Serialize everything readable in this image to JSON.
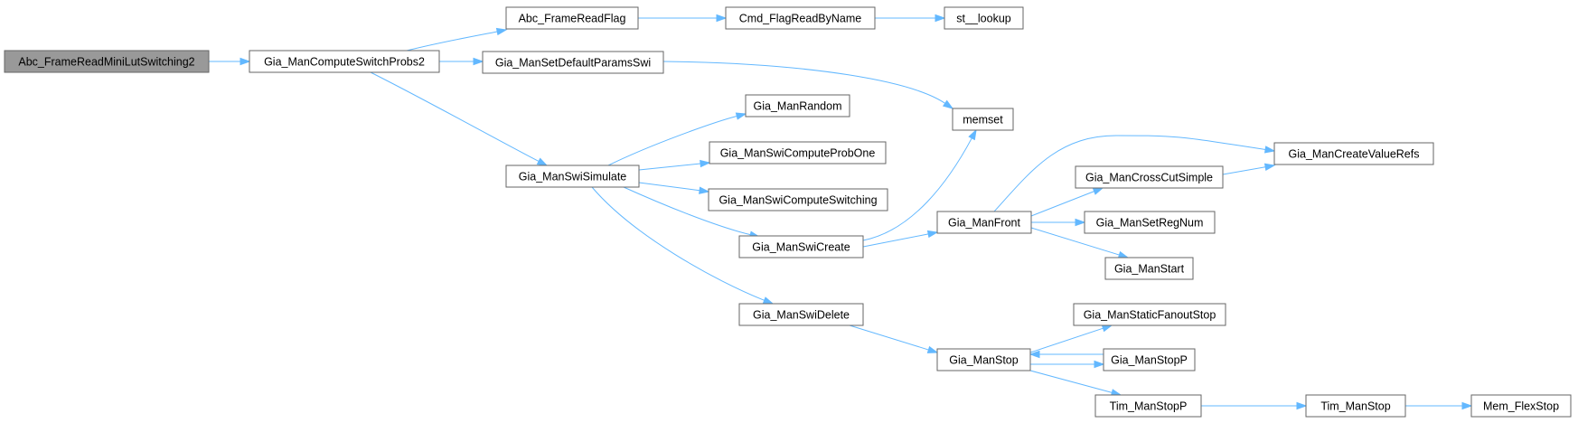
{
  "diagram": {
    "type": "call-graph",
    "colors": {
      "edge": "#63b8ff",
      "node_border": "#666666",
      "root_fill": "#999999",
      "node_fill": "#ffffff"
    },
    "nodes": [
      {
        "id": "n_root",
        "label": "Abc_FrameReadMiniLutSwitching2",
        "root": true
      },
      {
        "id": "n_csp2",
        "label": "Gia_ManComputeSwitchProbs2"
      },
      {
        "id": "n_frf",
        "label": "Abc_FrameReadFlag"
      },
      {
        "id": "n_cfrbn",
        "label": "Cmd_FlagReadByName"
      },
      {
        "id": "n_stl",
        "label": "st__lookup"
      },
      {
        "id": "n_sdps",
        "label": "Gia_ManSetDefaultParamsSwi"
      },
      {
        "id": "n_memset",
        "label": "memset"
      },
      {
        "id": "n_swisim",
        "label": "Gia_ManSwiSimulate"
      },
      {
        "id": "n_rand",
        "label": "Gia_ManRandom"
      },
      {
        "id": "n_cpo",
        "label": "Gia_ManSwiComputeProbOne"
      },
      {
        "id": "n_csw",
        "label": "Gia_ManSwiComputeSwitching"
      },
      {
        "id": "n_swicr",
        "label": "Gia_ManSwiCreate"
      },
      {
        "id": "n_swidel",
        "label": "Gia_ManSwiDelete"
      },
      {
        "id": "n_front",
        "label": "Gia_ManFront"
      },
      {
        "id": "n_cvr",
        "label": "Gia_ManCreateValueRefs"
      },
      {
        "id": "n_ccs",
        "label": "Gia_ManCrossCutSimple"
      },
      {
        "id": "n_srn",
        "label": "Gia_ManSetRegNum"
      },
      {
        "id": "n_start",
        "label": "Gia_ManStart"
      },
      {
        "id": "n_stop",
        "label": "Gia_ManStop"
      },
      {
        "id": "n_sfs",
        "label": "Gia_ManStaticFanoutStop"
      },
      {
        "id": "n_stopp",
        "label": "Gia_ManStopP"
      },
      {
        "id": "n_tmsp",
        "label": "Tim_ManStopP"
      },
      {
        "id": "n_tms",
        "label": "Tim_ManStop"
      },
      {
        "id": "n_mfs",
        "label": "Mem_FlexStop"
      }
    ],
    "edges": [
      [
        "n_root",
        "n_csp2"
      ],
      [
        "n_csp2",
        "n_frf"
      ],
      [
        "n_csp2",
        "n_sdps"
      ],
      [
        "n_csp2",
        "n_swisim"
      ],
      [
        "n_frf",
        "n_cfrbn"
      ],
      [
        "n_cfrbn",
        "n_stl"
      ],
      [
        "n_sdps",
        "n_memset"
      ],
      [
        "n_swisim",
        "n_rand"
      ],
      [
        "n_swisim",
        "n_cpo"
      ],
      [
        "n_swisim",
        "n_csw"
      ],
      [
        "n_swisim",
        "n_swicr"
      ],
      [
        "n_swisim",
        "n_swidel"
      ],
      [
        "n_swicr",
        "n_memset"
      ],
      [
        "n_swicr",
        "n_front"
      ],
      [
        "n_front",
        "n_cvr"
      ],
      [
        "n_front",
        "n_ccs"
      ],
      [
        "n_front",
        "n_srn"
      ],
      [
        "n_front",
        "n_start"
      ],
      [
        "n_ccs",
        "n_cvr"
      ],
      [
        "n_swidel",
        "n_stop"
      ],
      [
        "n_stop",
        "n_sfs"
      ],
      [
        "n_stop",
        "n_stopp"
      ],
      [
        "n_stopp",
        "n_stop"
      ],
      [
        "n_stop",
        "n_tmsp"
      ],
      [
        "n_tmsp",
        "n_tms"
      ],
      [
        "n_tms",
        "n_mfs"
      ]
    ]
  }
}
